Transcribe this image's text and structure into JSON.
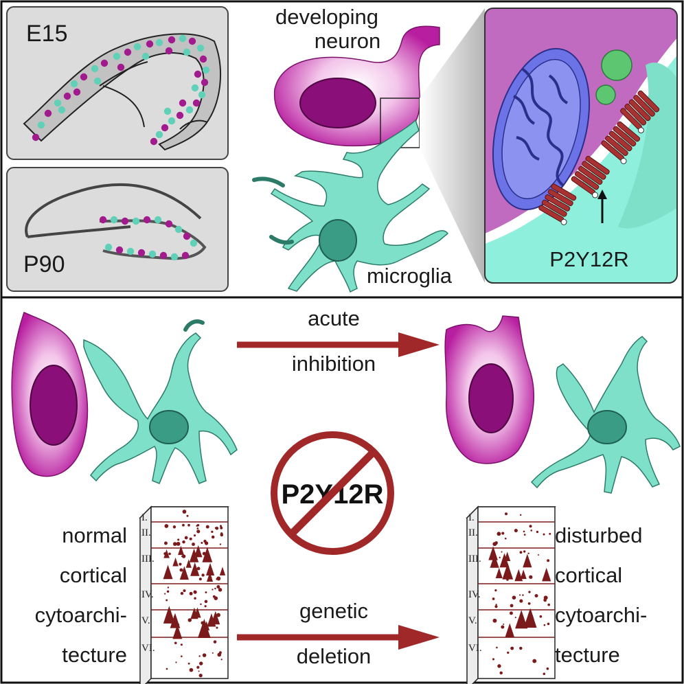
{
  "top": {
    "panel_e15_label": "E15",
    "panel_p90_label": "P90",
    "neuron_label": [
      "developing",
      "neuron"
    ],
    "microglia_label": "microglia",
    "receptor_label": "P2Y12R"
  },
  "bottom": {
    "acute_label": [
      "acute",
      "inhibition"
    ],
    "genetic_label": [
      "genetic",
      "deletion"
    ],
    "prohibit_label": "P2Y12R",
    "normal_label": [
      "normal",
      "cortical",
      "cytoarchi-",
      "tecture"
    ],
    "disturbed_label": [
      "disturbed",
      "cortical",
      "cytoarchi-",
      "tecture"
    ],
    "layer_labels": [
      "I.",
      "II.",
      "III.",
      "IV.",
      "V.",
      "VI."
    ]
  },
  "colors": {
    "neuron": "#b81fa0",
    "nucleus": "#8a0f78",
    "microglia": "#7fe0c9",
    "microglia_nucleus": "#3b9c86",
    "mitochondrion": "#6b73e6",
    "arrow": "#a12828",
    "receptor": "#a83232",
    "vesicle": "#5cc770"
  }
}
